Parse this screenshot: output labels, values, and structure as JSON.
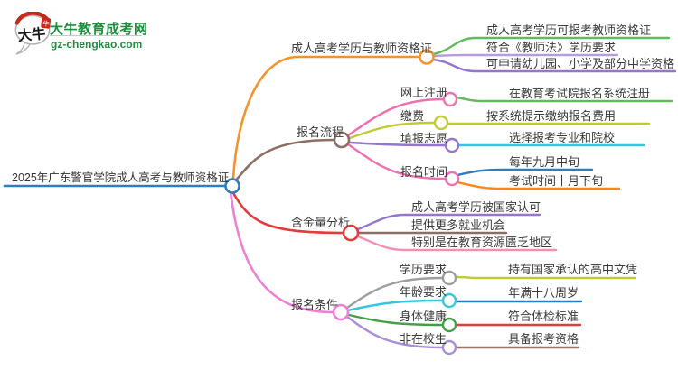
{
  "logo": {
    "mark_text": "大牛",
    "seal_text": "牛",
    "title": "大牛教育成考网",
    "domain": "gz-chengkao.com"
  },
  "center": {
    "label": "2025年广东警官学院成人高考与教师资格证"
  },
  "branches": [
    {
      "label": "成人高考学历与教师资格证",
      "children": [
        {
          "label": "成人高考学历可报考教师资格证"
        },
        {
          "label": "符合《教师法》学历要求"
        },
        {
          "label": "可申请幼儿园、小学及部分中学资格"
        }
      ]
    },
    {
      "label": "报名流程",
      "children": [
        {
          "label": "网上注册",
          "children": [
            "在教育考试院报名系统注册"
          ]
        },
        {
          "label": "缴费",
          "children": [
            "按系统提示缴纳报名费用"
          ]
        },
        {
          "label": "填报志愿",
          "children": [
            "选择报考专业和院校"
          ]
        },
        {
          "label": "报名时间",
          "children": [
            "每年九月中旬",
            "考试时间十月下旬"
          ]
        }
      ]
    },
    {
      "label": "含金量分析",
      "children": [
        {
          "label": "成人高考学历被国家认可"
        },
        {
          "label": "提供更多就业机会"
        },
        {
          "label": "特别是在教育资源匮乏地区"
        }
      ]
    },
    {
      "label": "报名条件",
      "children": [
        {
          "label": "学历要求",
          "children": [
            "持有国家承认的高中文凭"
          ]
        },
        {
          "label": "年龄要求",
          "children": [
            "年满十八周岁"
          ]
        },
        {
          "label": "身体健康",
          "children": [
            "符合体检标准"
          ]
        },
        {
          "label": "非在校生",
          "children": [
            "具备报考资格"
          ]
        }
      ]
    }
  ],
  "colors": {
    "center_blue": "#2e7dbf",
    "branch_orange": "#f2932e",
    "branch_brown": "#8d6e63",
    "branch_red": "#e23b3b",
    "branch_pink": "#ee7fd2",
    "sub_pink": "#f06faf",
    "leaf_green": "#62ba5e",
    "light_purple": "#b39ddb",
    "purple": "#9575cd",
    "yellow_green": "#c0ca33",
    "cyan": "#35c6e2",
    "leaf_blue": "#2e7dbf",
    "leaf_orange": "#f6871f",
    "gray": "#9e9e9e",
    "green_dark": "#43a047",
    "leaf_brown": "#97776c",
    "pink_soft": "#f48fb1",
    "logo_green": "#1e8e3e",
    "logo_red": "#c5281d",
    "text": "#3b3b3b"
  }
}
